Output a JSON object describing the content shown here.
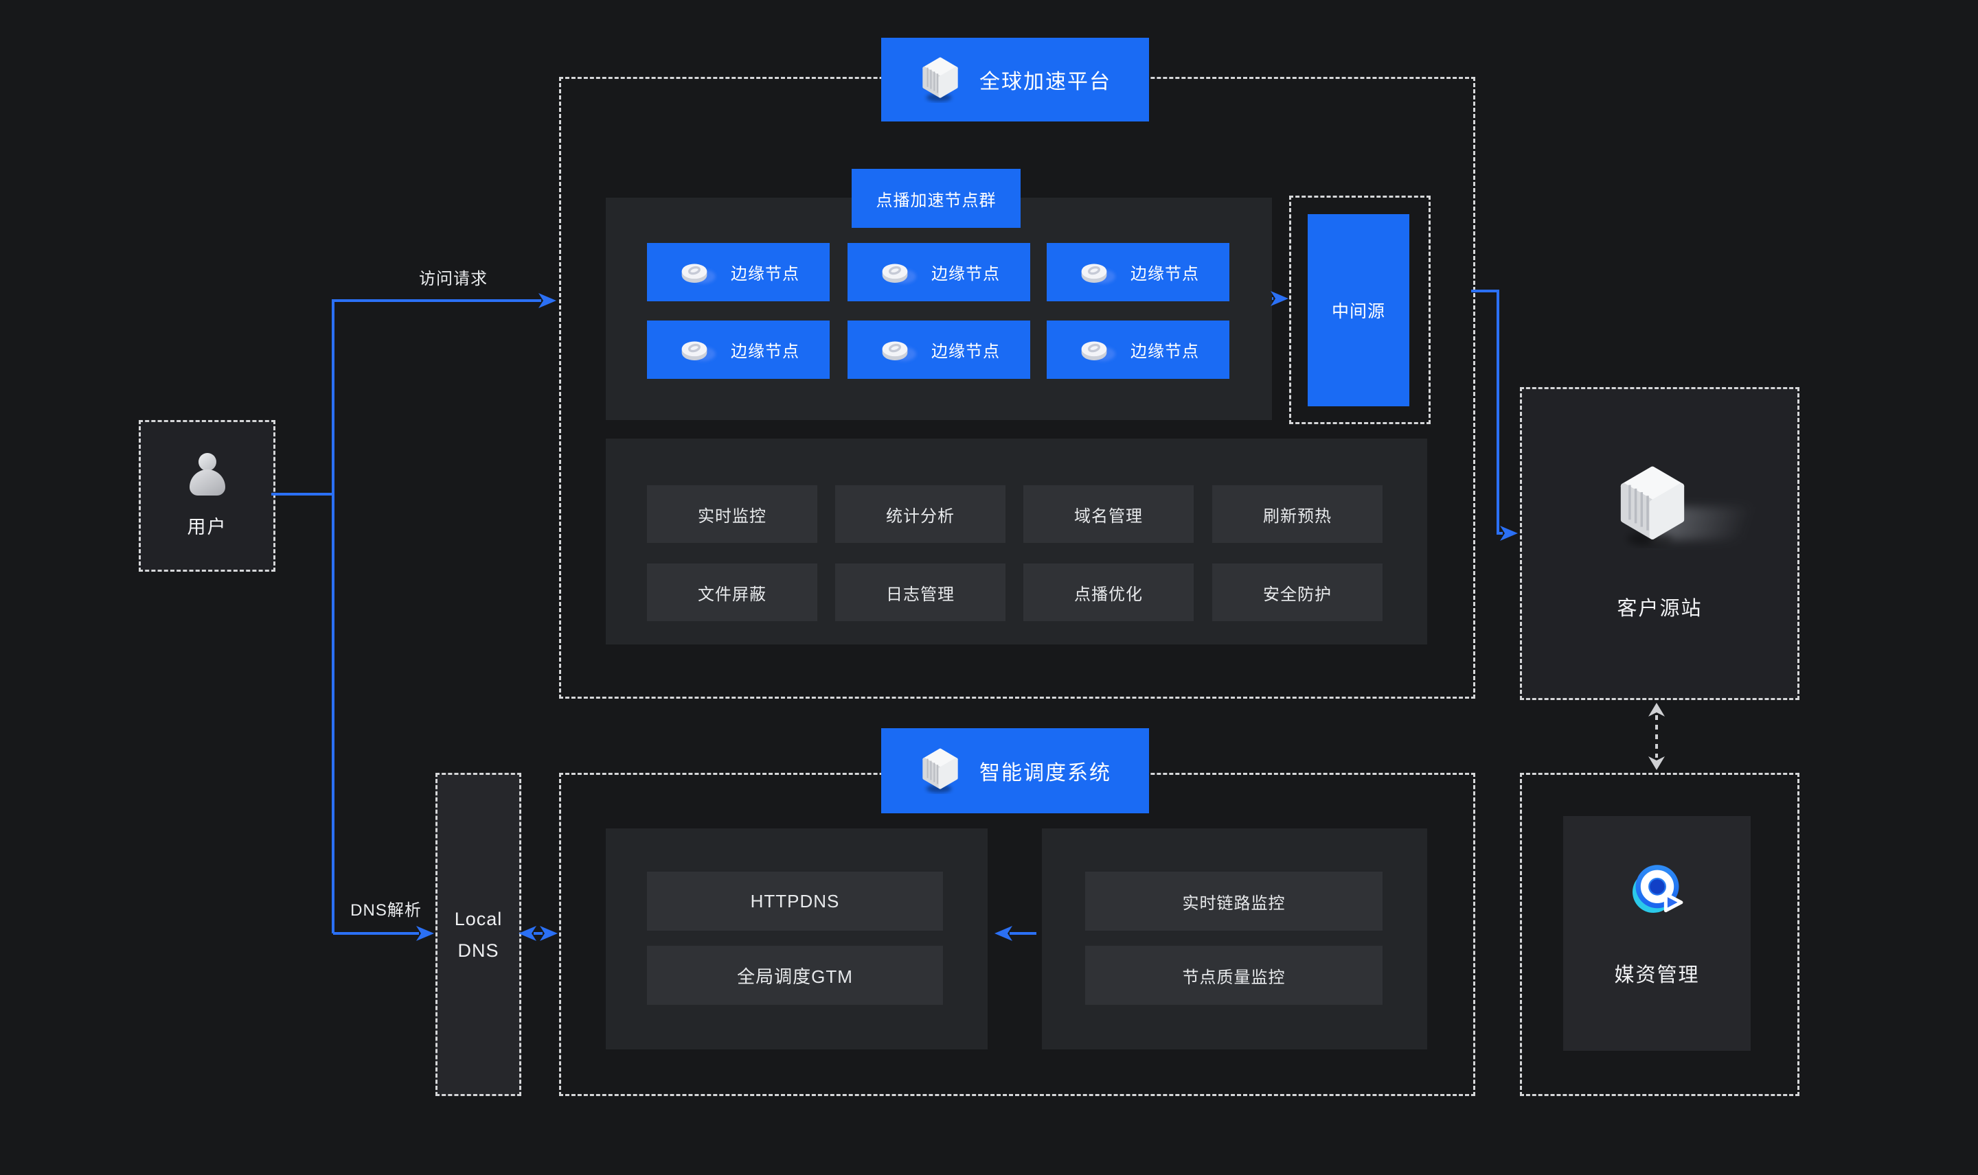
{
  "colors": {
    "background": "#17181a",
    "accent_blue": "#1a6bf4",
    "arrow_blue": "#2b70f5",
    "panel_dark": "#242629",
    "box_dark": "#303236",
    "dashed_border": "#d6d7d9",
    "text_light": "#f5f6f8",
    "media_cyan": "#2bc9e9"
  },
  "icons": {
    "platform_header": "cube-icon",
    "scheduler_header": "cube-icon",
    "edge_node": "disc-node-icon",
    "user": "person-icon",
    "origin": "stacked-cube-icon",
    "media": "media-player-icon",
    "arrows": "arrowhead-icon"
  },
  "platform": {
    "title": "全球加速平台",
    "node_cluster_label": "点播加速节点群",
    "edge_nodes": [
      "边缘节点",
      "边缘节点",
      "边缘节点",
      "边缘节点",
      "边缘节点",
      "边缘节点"
    ],
    "mid_source_label": "中间源",
    "functions": [
      "实时监控",
      "统计分析",
      "域名管理",
      "刷新预热",
      "文件屏蔽",
      "日志管理",
      "点播优化",
      "安全防护"
    ]
  },
  "scheduler": {
    "title": "智能调度系统",
    "dns_boxes": [
      "HTTPDNS",
      "全局调度GTM"
    ],
    "monitor_boxes": [
      "实时链路监控",
      "节点质量监控"
    ]
  },
  "user": {
    "label": "用户"
  },
  "local_dns": {
    "line1": "Local",
    "line2": "DNS"
  },
  "origin": {
    "label": "客户源站"
  },
  "media": {
    "label": "媒资管理"
  },
  "labels": {
    "access_request": "访问请求",
    "dns_resolution": "DNS解析"
  }
}
